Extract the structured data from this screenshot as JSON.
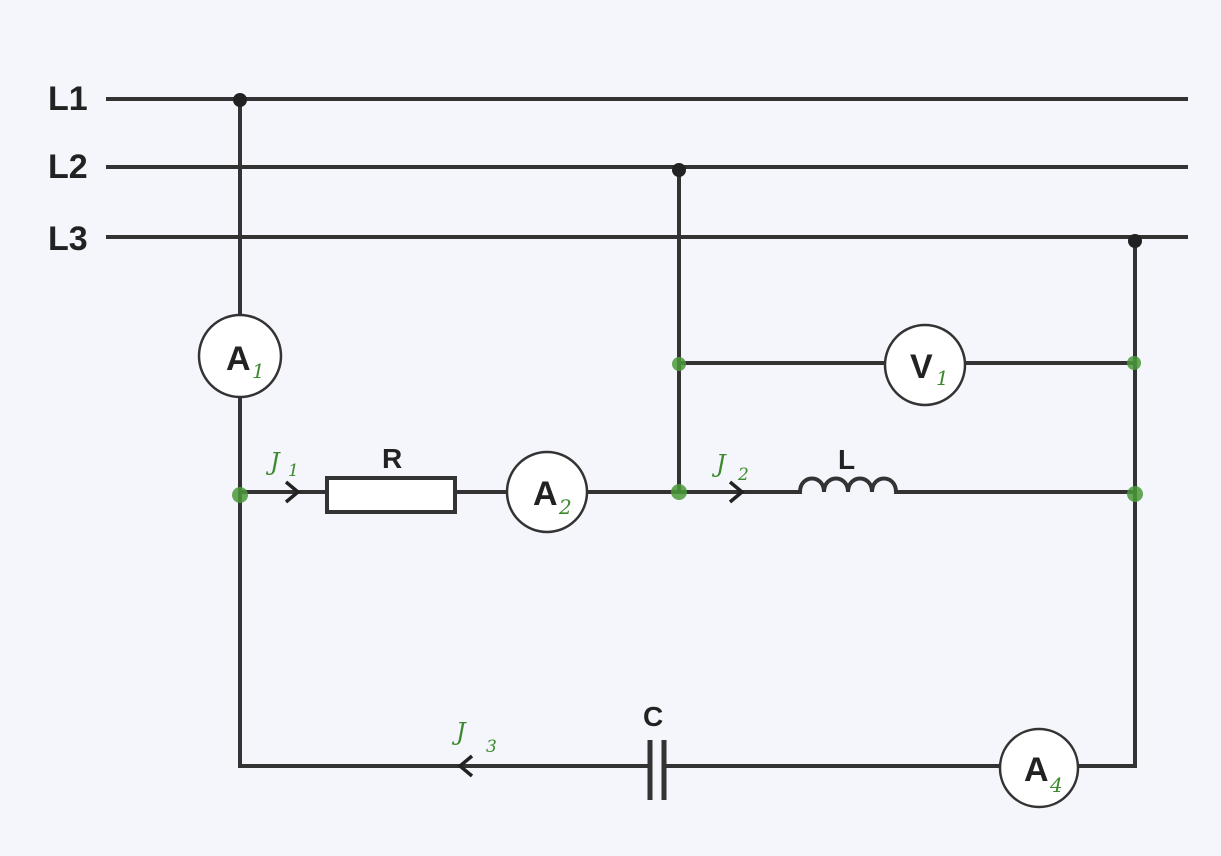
{
  "lines": [
    {
      "id": "L1",
      "label": "L1"
    },
    {
      "id": "L2",
      "label": "L2"
    },
    {
      "id": "L3",
      "label": "L3"
    }
  ],
  "meters": {
    "a1": {
      "letter": "A",
      "sub": "1"
    },
    "a2": {
      "letter": "A",
      "sub": "2"
    },
    "a4": {
      "letter": "A",
      "sub": "4"
    },
    "v1": {
      "letter": "V",
      "sub": "1"
    }
  },
  "components": {
    "resistor": {
      "label": "R"
    },
    "inductor": {
      "label": "L"
    },
    "capacitor": {
      "label": "C"
    }
  },
  "currents": {
    "i1": {
      "symbol": "J",
      "sub": "1"
    },
    "i2": {
      "symbol": "J",
      "sub": "2"
    },
    "i3": {
      "symbol": "J",
      "sub": "3"
    }
  },
  "colors": {
    "wire": "#333333",
    "annotation": "#3c8a2e",
    "background": "#f4f6fb"
  }
}
